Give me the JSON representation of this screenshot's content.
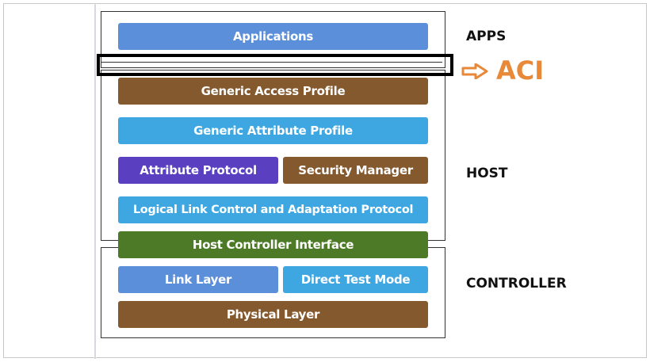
{
  "colors": {
    "blue": "#5b8fd9",
    "light_blue": "#3ea7e2",
    "brown": "#85592e",
    "purple": "#5a3fc0",
    "green": "#4d7a27",
    "aci_orange": "#e8893a"
  },
  "blocks": {
    "applications": "Applications",
    "gap": "Generic Access Profile",
    "gatt": "Generic Attribute Profile",
    "att": "Attribute Protocol",
    "sm": "Security Manager",
    "l2cap": "Logical Link Control and Adaptation Protocol",
    "hci": "Host Controller Interface",
    "ll": "Link Layer",
    "dtm": "Direct Test Mode",
    "phy": "Physical Layer"
  },
  "labels": {
    "apps": "APPS",
    "aci": "ACI",
    "host": "HOST",
    "controller": "CONTROLLER"
  },
  "icons": {
    "aci_arrow": "right-arrow-outline"
  }
}
